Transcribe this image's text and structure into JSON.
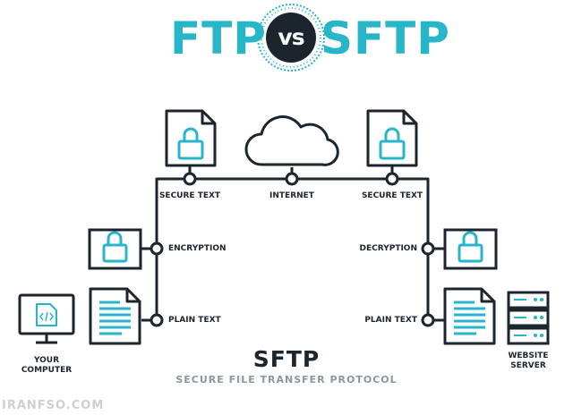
{
  "title": {
    "left": "FTP",
    "vs": "vs",
    "right": "SFTP"
  },
  "colors": {
    "accent": "#26b5c9",
    "dark": "#1c252e",
    "gray": "#8c979e"
  },
  "nodes": {
    "secure_text_left": "SECURE TEXT",
    "internet": "INTERNET",
    "secure_text_right": "SECURE TEXT",
    "encryption": "ENCRYPTION",
    "decryption": "DECRYPTION",
    "plain_text_left": "PLAIN TEXT",
    "plain_text_right": "PLAIN TEXT",
    "your_computer_line1": "YOUR",
    "your_computer_line2": "COMPUTER",
    "website_server_line1": "WEBSITE",
    "website_server_line2": "SERVER"
  },
  "footer": {
    "heading": "SFTP",
    "subtitle": "SECURE FILE TRANSFER PROTOCOL"
  },
  "watermark": "IRANFSO.COM",
  "icons": {
    "top_left_document": "locked-document-icon",
    "cloud": "cloud-icon",
    "top_right_document": "locked-document-icon",
    "left_lock_card": "lock-card-icon",
    "right_lock_card": "lock-card-icon",
    "left_text_document": "text-document-icon",
    "right_text_document": "text-document-icon",
    "computer": "computer-monitor-icon",
    "server": "server-icon"
  }
}
